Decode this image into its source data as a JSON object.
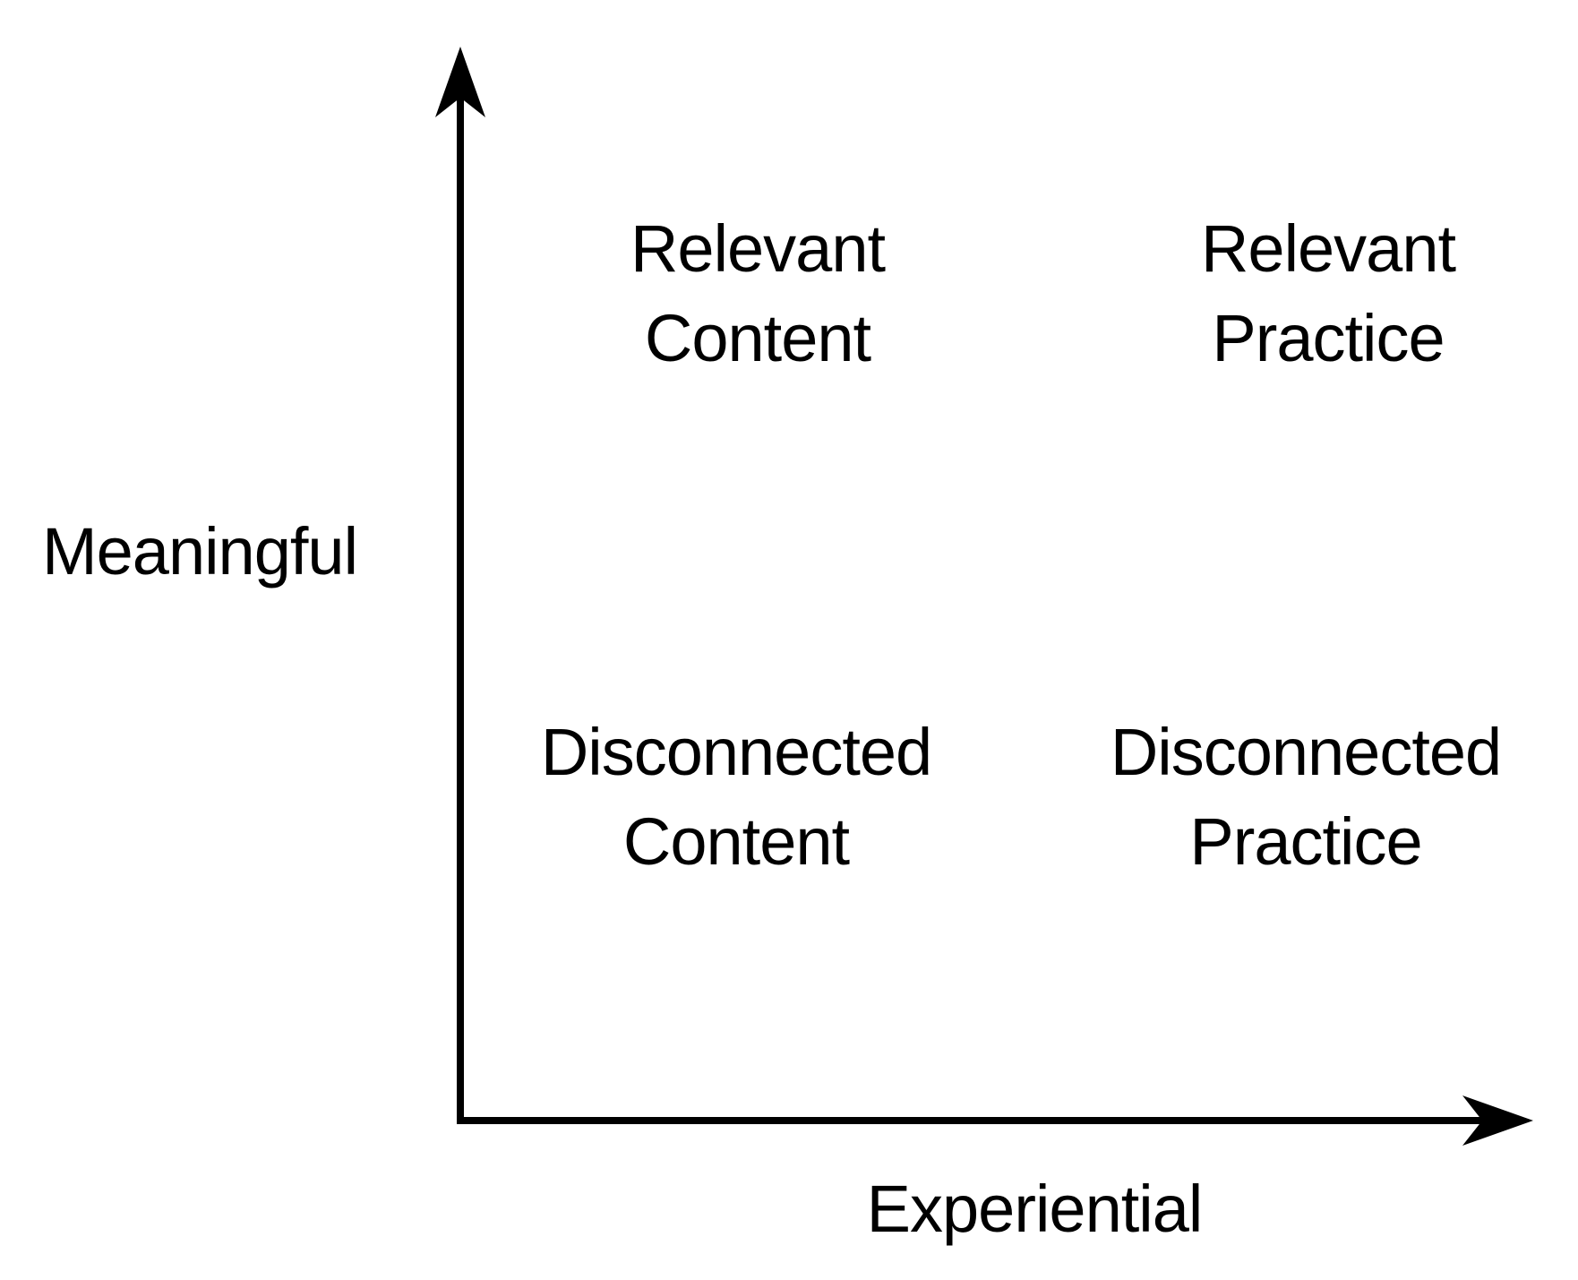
{
  "diagram": {
    "background_color": "#ffffff",
    "axis_color": "#000000",
    "text_color": "#000000",
    "y_axis": {
      "label": "Meaningful"
    },
    "x_axis": {
      "label": "Experiential"
    },
    "quadrants": {
      "top_left": {
        "line1": "Relevant",
        "line2": "Content"
      },
      "top_right": {
        "line1": "Relevant",
        "line2": "Practice"
      },
      "bottom_left": {
        "line1": "Disconnected",
        "line2": "Content"
      },
      "bottom_right": {
        "line1": "Disconnected",
        "line2": "Practice"
      }
    }
  }
}
